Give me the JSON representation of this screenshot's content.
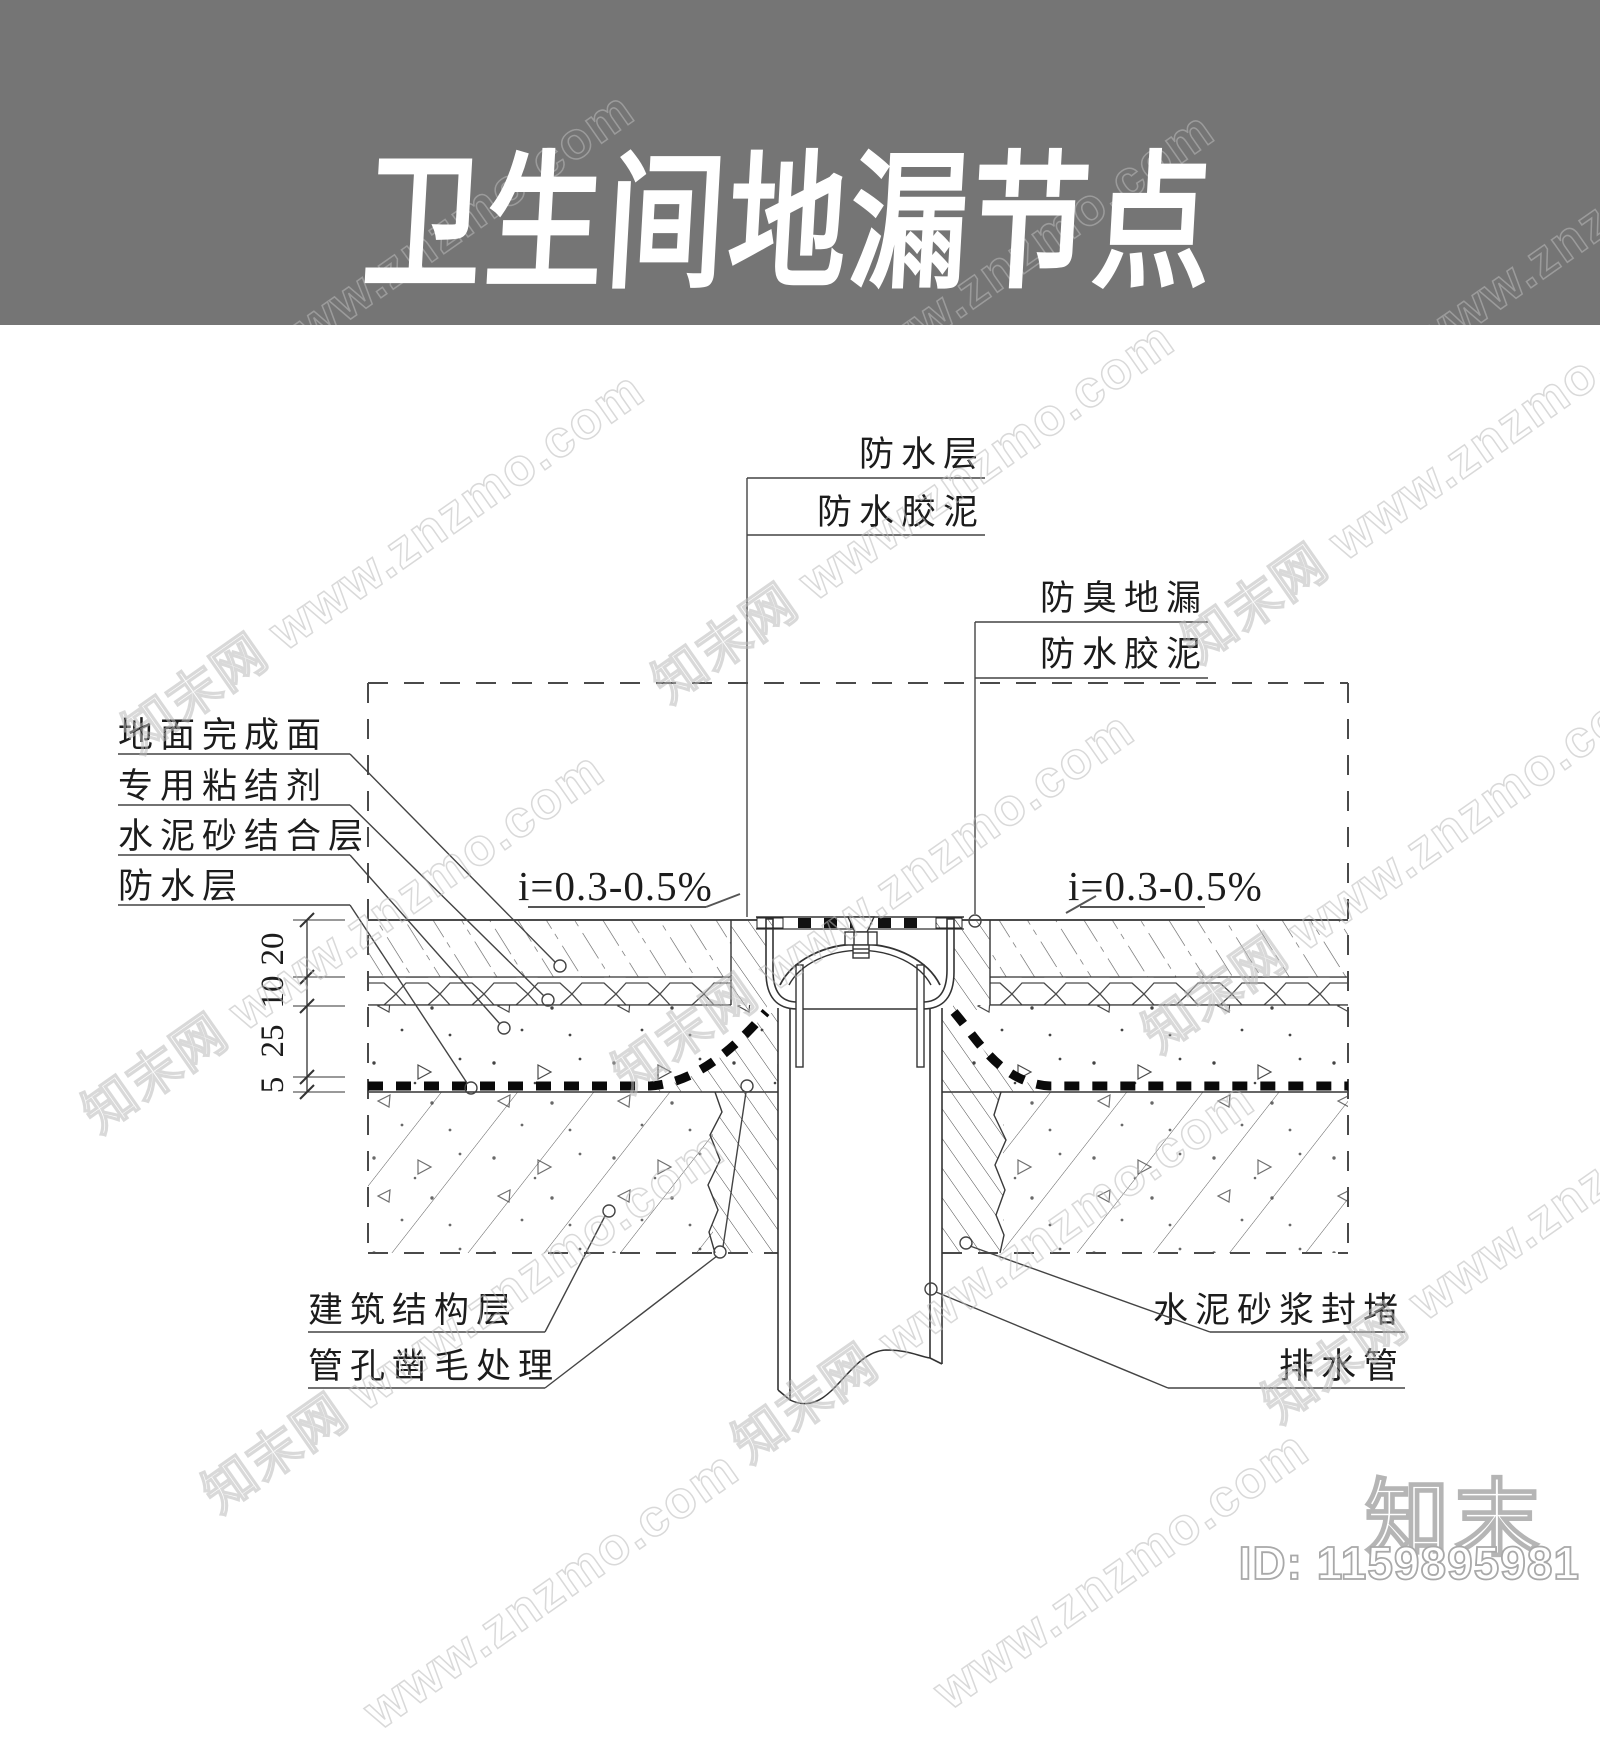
{
  "header": {
    "title": "卫生间地漏节点",
    "bg_color": "#757575",
    "text_color": "#ffffff"
  },
  "watermark": {
    "text": "知末网 www.znzmo.com",
    "short_text": "www.znzmo.com"
  },
  "diagram": {
    "callouts": {
      "waterproof_layer_top": "防水层",
      "waterproof_mastic_top": "防水胶泥",
      "deodorant_floor_drain": "防臭地漏",
      "waterproof_mastic_right": "防水胶泥",
      "floor_finish_surface": "地面完成面",
      "special_adhesive": "专用粘结剂",
      "cement_sand_bonding_layer": "水泥砂结合层",
      "waterproof_layer_left": "防水层",
      "slope_left": "i=0.3-0.5%",
      "slope_right": "i=0.3-0.5%",
      "building_structural_layer": "建筑结构层",
      "pipe_hole_roughening": "管孔凿毛处理",
      "cement_mortar_sealing": "水泥砂浆封堵",
      "drain_pipe": "排水管"
    },
    "dimensions": {
      "d20": "20",
      "d10": "10",
      "d25": "25",
      "d5": "5"
    },
    "line_color": "#3a3a3a",
    "membrane_color": "#0a0a0a"
  },
  "footer": {
    "logo": "知末",
    "id_text": "ID: 1159895981"
  }
}
